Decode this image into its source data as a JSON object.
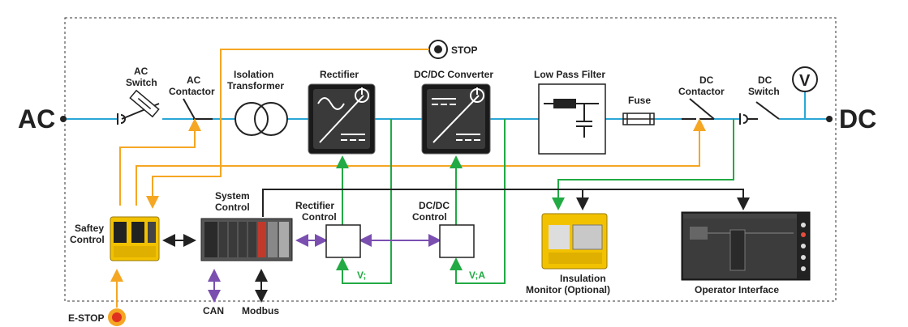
{
  "colors": {
    "dc_bus": "#2aa7d6",
    "orange": "#f5a623",
    "green": "#22aa44",
    "purple": "#7a4fb0",
    "black": "#222222",
    "module": "#f2c200",
    "dark": "#1a1a1a"
  },
  "labels": {
    "ac": "AC",
    "dc": "DC",
    "ac_switch": [
      "AC",
      "Switch"
    ],
    "ac_contactor": [
      "AC",
      "Contactor"
    ],
    "isolation_transformer": [
      "Isolation",
      "Transformer"
    ],
    "rectifier": "Rectifier",
    "dcdc_converter": "DC/DC Converter",
    "low_pass_filter": "Low Pass Filter",
    "fuse": "Fuse",
    "dc_contactor": [
      "DC",
      "Contactor"
    ],
    "dc_switch": [
      "DC",
      "Switch"
    ],
    "voltmeter": "V",
    "stop": "STOP",
    "safety_control": [
      "Saftey",
      "Control"
    ],
    "system_control": [
      "System",
      "Control"
    ],
    "rectifier_control": [
      "Rectifier",
      "Control"
    ],
    "dcdc_control": [
      "DC/DC",
      "Control"
    ],
    "v_feedback": "V;",
    "va_feedback": "V;A",
    "can": "CAN",
    "modbus": "Modbus",
    "insulation_monitor": [
      "Insulation",
      "Monitor (Optional)"
    ],
    "operator_interface": "Operator Interface",
    "e_stop": "E-STOP"
  }
}
